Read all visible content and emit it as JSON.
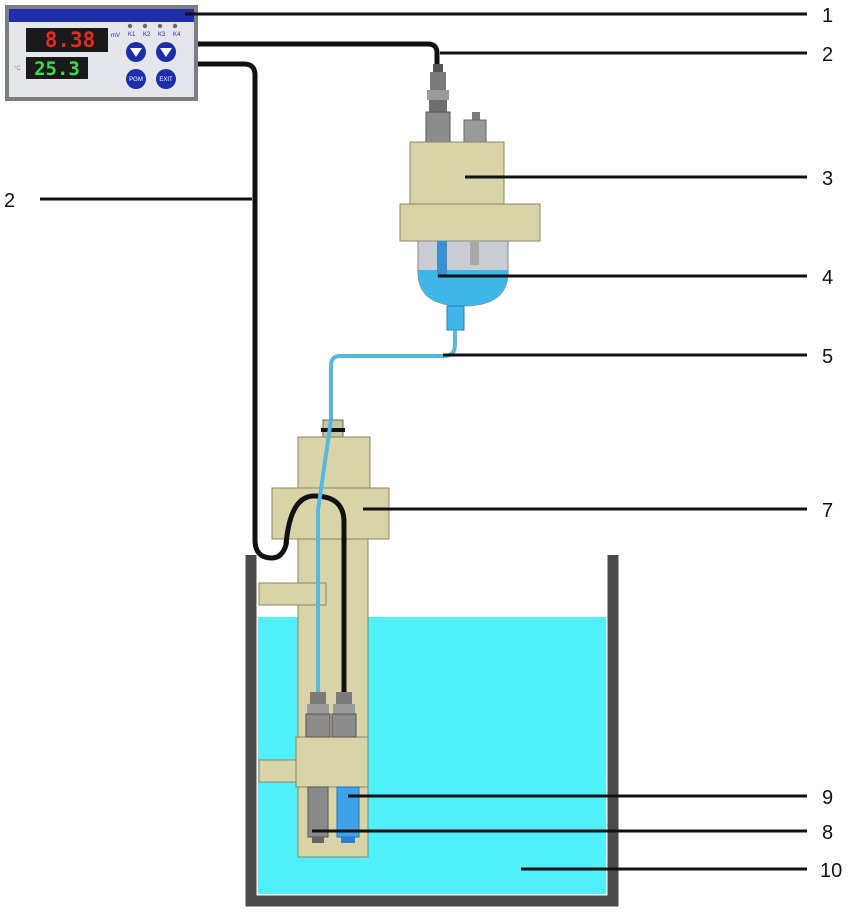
{
  "controller": {
    "main_display": "8.38",
    "temp_display": "25.3",
    "unit_mv": "mV",
    "unit_temp": "°C",
    "relay_labels": [
      "K1",
      "K2",
      "K3",
      "K4"
    ],
    "button_pgm": "PGM",
    "button_exit": "EXIT"
  },
  "callouts": {
    "c1": "1",
    "c2_right": "2",
    "c2_left": "2",
    "c3": "3",
    "c4": "4",
    "c5": "5",
    "c7": "7",
    "c9": "9",
    "c8": "8",
    "c10": "10"
  },
  "colors": {
    "water": "#4ff0fa",
    "housing": "#d9d4a8",
    "controller_blue": "#1c2fa8",
    "cable": "#111111",
    "tube": "#55b8e0"
  }
}
